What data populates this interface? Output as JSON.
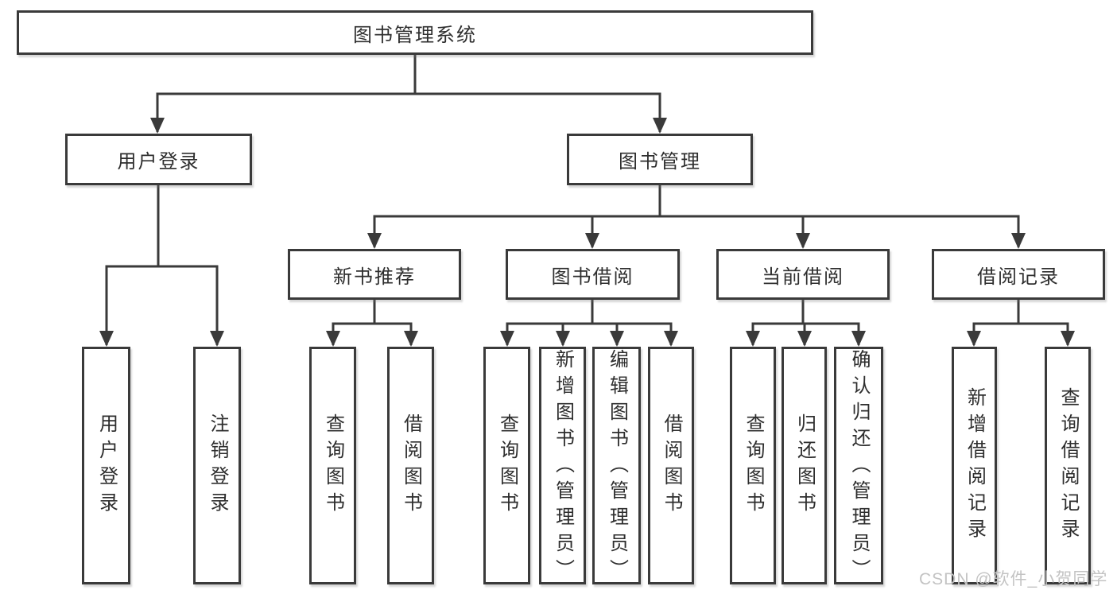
{
  "diagram": {
    "title": "图书管理系统",
    "watermark": "CSDN @软件_小贺同学",
    "colors": {
      "line": "#3a3a3a",
      "box_border": "#3a3a3a",
      "text": "#2e2e2e",
      "watermark": "#c3c3c3",
      "background": "#ffffff"
    },
    "nodes": {
      "root": "图书管理系统",
      "user_login": "用户登录",
      "book_mgmt": "图书管理",
      "new_book_rec": "新书推荐",
      "book_borrow": "图书借阅",
      "current_borrow": "当前借阅",
      "borrow_record": "借阅记录",
      "user_login_leaf": "用户登录",
      "logout_leaf": "注销登录",
      "rec_query_books": "查询图书",
      "rec_borrow_books": "借阅图书",
      "bb_query_books": "查询图书",
      "bb_add_books": "新增图书（管理员）",
      "bb_edit_books": "编辑图书（管理员）",
      "bb_borrow_books": "借阅图书",
      "cb_query_books": "查询图书",
      "cb_return_books": "归还图书",
      "cb_confirm_return": "确认归还（管理员）",
      "br_add_record": "新增借阅记录",
      "br_query_record": "查询借阅记录"
    },
    "tree": {
      "label": "图书管理系统",
      "children": [
        {
          "label": "用户登录",
          "children": [
            {
              "label": "用户登录"
            },
            {
              "label": "注销登录"
            }
          ]
        },
        {
          "label": "图书管理",
          "children": [
            {
              "label": "新书推荐",
              "children": [
                {
                  "label": "查询图书"
                },
                {
                  "label": "借阅图书"
                }
              ]
            },
            {
              "label": "图书借阅",
              "children": [
                {
                  "label": "查询图书"
                },
                {
                  "label": "新增图书（管理员）"
                },
                {
                  "label": "编辑图书（管理员）"
                },
                {
                  "label": "借阅图书"
                }
              ]
            },
            {
              "label": "当前借阅",
              "children": [
                {
                  "label": "查询图书"
                },
                {
                  "label": "归还图书"
                },
                {
                  "label": "确认归还（管理员）"
                }
              ]
            },
            {
              "label": "借阅记录",
              "children": [
                {
                  "label": "新增借阅记录"
                },
                {
                  "label": "查询借阅记录"
                }
              ]
            }
          ]
        }
      ]
    }
  }
}
